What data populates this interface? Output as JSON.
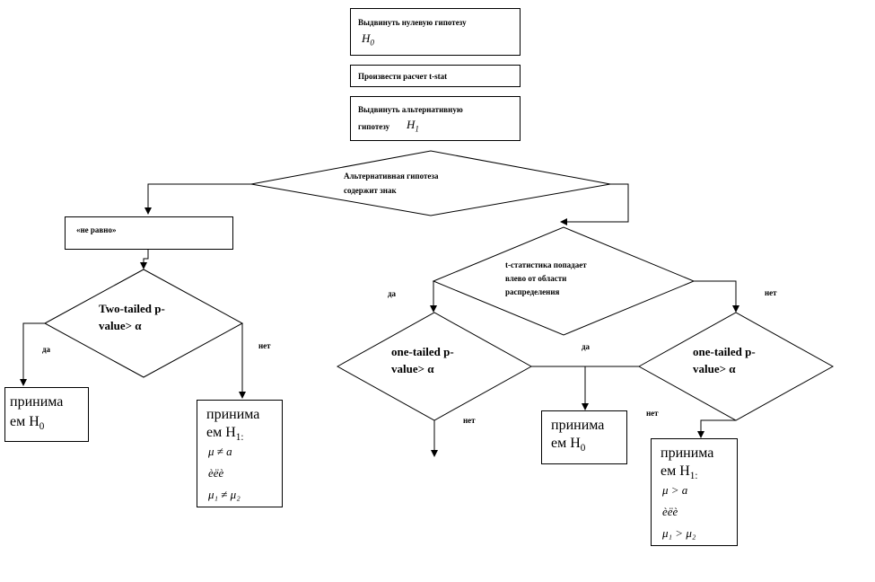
{
  "colors": {
    "line": "#000000",
    "background": "#ffffff"
  },
  "step1": {
    "line1": "Выдвинуть нулевую гипотезу",
    "symbol": "H",
    "subscript": "0"
  },
  "step2": {
    "text": "Произвести расчет t-stat"
  },
  "step3": {
    "line1": "Выдвинуть альтернативную",
    "line2": "гипотезу",
    "symbol": "H",
    "subscript": "1"
  },
  "decision_sign": {
    "line1": "Альтернативная гипотеза",
    "line2": "содержит знак"
  },
  "not_equal": {
    "text": "«не равно»"
  },
  "two_tailed": {
    "line1": "Two-tailed p-",
    "line2": "value> α"
  },
  "t_position": {
    "line1": "t-статистика попадает",
    "line2": "влево от области",
    "line3": "распределения"
  },
  "one_tailed_left": {
    "line1": "one-tailed p-",
    "line2": "value> α"
  },
  "one_tailed_right": {
    "line1": "one-tailed p-",
    "line2": "value> α"
  },
  "labels": {
    "yes_left": "да",
    "no_left": "нет",
    "yes_t": "да",
    "no_t": "нет",
    "yes_mid": "да",
    "no_bottom": "нет",
    "no_right": "нет"
  },
  "accept_h0_left": {
    "line1": "принима",
    "line2": "ем H",
    "sub": "0"
  },
  "accept_h1_left": {
    "line1": "принима",
    "line2": "ем H",
    "sub": "1:",
    "f1": "μ ≠ a",
    "f2": "èëè",
    "f3": "μ₁ ≠ μ₂"
  },
  "accept_h0_mid": {
    "line1": "принима",
    "line2": "ем H",
    "sub": "0"
  },
  "accept_h1_right": {
    "line1": "принима",
    "line2": "ем H",
    "sub": "1:",
    "f1": "μ > a",
    "f2": "èëè",
    "f3": "μ₁ > μ₂"
  }
}
